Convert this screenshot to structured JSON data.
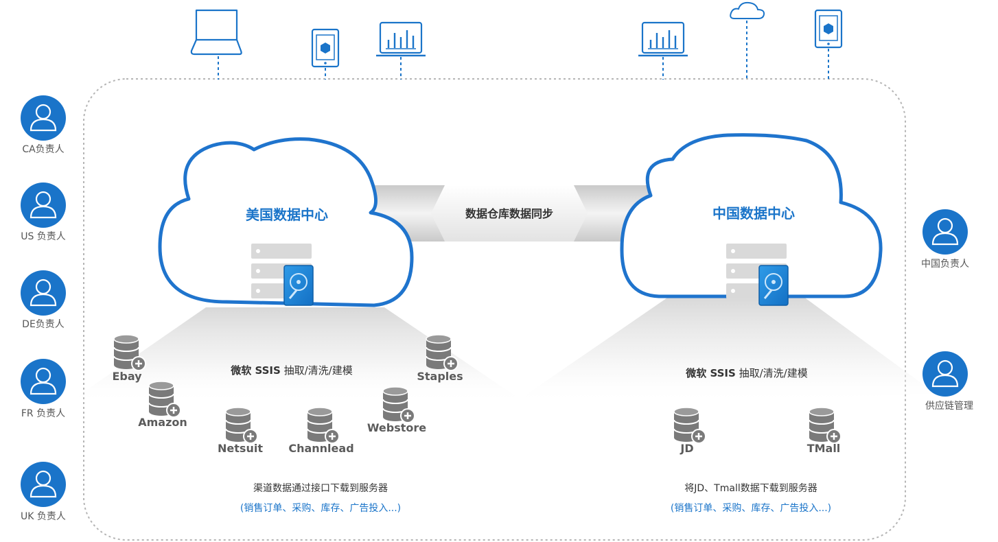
{
  "people": [
    {
      "id": "ca",
      "label": "CA负责人"
    },
    {
      "id": "us",
      "label": "US 负责人"
    },
    {
      "id": "de",
      "label": "DE负责人"
    },
    {
      "id": "fr",
      "label": "FR 负责人"
    },
    {
      "id": "uk",
      "label": "UK 负责人"
    },
    {
      "id": "china",
      "label": "中国负责人"
    },
    {
      "id": "supply",
      "label": "供应链管理"
    }
  ],
  "us_center": {
    "title": "美国数据中心",
    "ssis_bold": "微软 SSIS",
    "ssis_rest": " 抽取/清洗/建模",
    "sources": [
      "Ebay",
      "Amazon",
      "Netsuit",
      "Channlead",
      "Webstore",
      "Staples"
    ],
    "note_line1": "渠道数据通过接口下载到服务器",
    "note_line2": "(销售订单、采购、库存、广告投入...)"
  },
  "cn_center": {
    "title": "中国数据中心",
    "ssis_bold": "微软 SSIS",
    "ssis_rest": " 抽取/清洗/建模",
    "sources": [
      "JD",
      "TMall"
    ],
    "note_line1": "将JD、Tmall数据下载到服务器",
    "note_line2": "(销售订单、采购、库存、广告投入...)"
  },
  "sync_label": "数据仓库数据同步",
  "devices_top": [
    "laptop-icon",
    "tablet-icon",
    "dashboard-monitor-icon",
    "dashboard-monitor-icon",
    "cloud-icon",
    "tablet-icon"
  ],
  "colors": {
    "brand_blue": "#1a74c9",
    "db_gray": "#7a7a7a",
    "server_gray": "#d9d9d9"
  }
}
